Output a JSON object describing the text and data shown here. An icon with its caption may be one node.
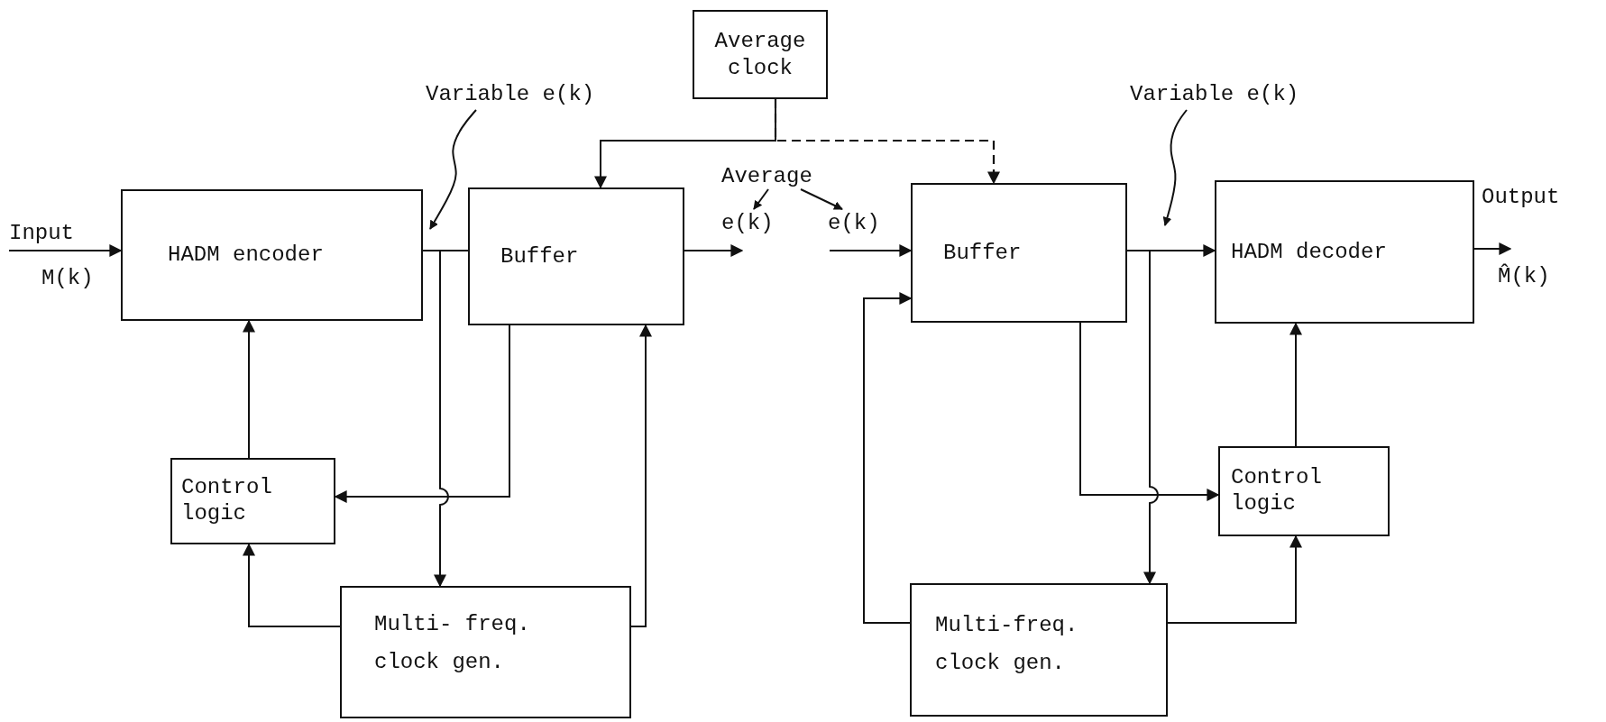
{
  "diagram": {
    "nodes": [
      {
        "text": [
          "Average clock"
        ]
      },
      {
        "text": [
          "HADM encoder"
        ]
      },
      {
        "text": [
          "Buffer"
        ]
      },
      {
        "text": [
          "Buffer"
        ]
      },
      {
        "text": [
          "HADM decoder"
        ]
      },
      {
        "text": [
          "Control logic"
        ]
      },
      {
        "text": [
          "Multi- freq. clock gen."
        ]
      },
      {
        "text": [
          "Control logic"
        ]
      },
      {
        "text": [
          "Multi-freq. clock gen."
        ]
      },
      {
        "text": [
          "Variable e(k)"
        ]
      },
      {
        "text": [
          "Variable e(k)"
        ]
      },
      {
        "text": [
          "Average"
        ]
      },
      {
        "text": [
          "e(k)"
        ]
      },
      {
        "text": [
          "e(k)"
        ]
      },
      {
        "text": [
          "Input",
          "M(k)"
        ]
      },
      {
        "text": [
          "Output",
          "M̂(k)"
        ]
      }
    ],
    "edges": [
      {
        "from": 14,
        "to": 1,
        "arrow": "to"
      },
      {
        "from": 0,
        "to": 2,
        "arrow": "to"
      },
      {
        "from": 0,
        "to": 3,
        "arrow": "to",
        "style": "dashed"
      },
      {
        "from": 1,
        "to": 2,
        "arrow": "none"
      },
      {
        "from": 1,
        "to": 6,
        "arrow": "to"
      },
      {
        "from": 2,
        "to": 5,
        "arrow": "to"
      },
      {
        "from": 6,
        "to": 2,
        "arrow": "to"
      },
      {
        "from": 5,
        "to": 1,
        "arrow": "to"
      },
      {
        "from": 6,
        "to": 5,
        "arrow": "to"
      },
      {
        "from": 2,
        "to": 12,
        "arrow": "to"
      },
      {
        "from": 13,
        "to": 3,
        "arrow": "to"
      },
      {
        "from": 3,
        "to": 4,
        "arrow": "to"
      },
      {
        "from": 3,
        "to": 8,
        "arrow": "to"
      },
      {
        "from": 3,
        "to": 7,
        "arrow": "to"
      },
      {
        "from": 8,
        "to": 7,
        "arrow": "to"
      },
      {
        "from": 7,
        "to": 4,
        "arrow": "to"
      },
      {
        "from": 8,
        "to": 3,
        "arrow": "to"
      },
      {
        "from": 4,
        "to": 15,
        "arrow": "to"
      },
      {
        "from": 9,
        "to": 1,
        "arrow": "to"
      },
      {
        "from": 10,
        "to": 3,
        "arrow": "to"
      },
      {
        "from": 11,
        "to": 12,
        "arrow": "to"
      },
      {
        "from": 11,
        "to": 13,
        "arrow": "to"
      }
    ]
  }
}
